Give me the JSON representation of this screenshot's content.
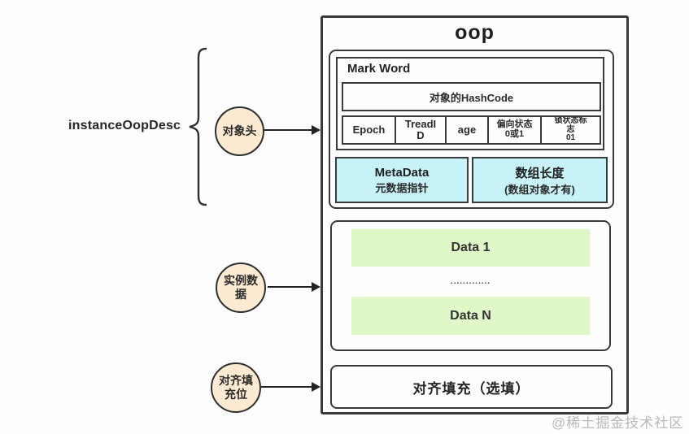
{
  "diagram": {
    "title": "oop",
    "left": {
      "label": "instanceOopDesc",
      "bubbles": [
        {
          "text": "对象头"
        },
        {
          "text": "实例数\n据"
        },
        {
          "text": "对齐填\n充位"
        }
      ]
    },
    "header_section": {
      "mark_word": {
        "label": "Mark Word",
        "hashcode": "对象的HashCode",
        "cells": [
          "Epoch",
          "TreadI\nD",
          "age",
          "偏向状态\n0或1",
          "锁状态标\n志\n01"
        ]
      },
      "metadata_box": {
        "title": "MetaData",
        "subtitle": "元数据指针"
      },
      "array_length_box": {
        "title": "数组长度",
        "subtitle": "(数组对象才有)"
      }
    },
    "instance_section": {
      "data_first": "Data 1",
      "ellipsis": ".............",
      "data_last": "Data N"
    },
    "padding_box": {
      "label": "对齐填充（选填）"
    },
    "watermark": "@稀土掘金技术社区",
    "colors": {
      "border": "#3a3a3a",
      "cyan_fill": "#c6f2f8",
      "green_fill": "#e0f7c8",
      "peach_fill": "#fcead2",
      "watermark_gray": "#b9b9b9"
    }
  }
}
